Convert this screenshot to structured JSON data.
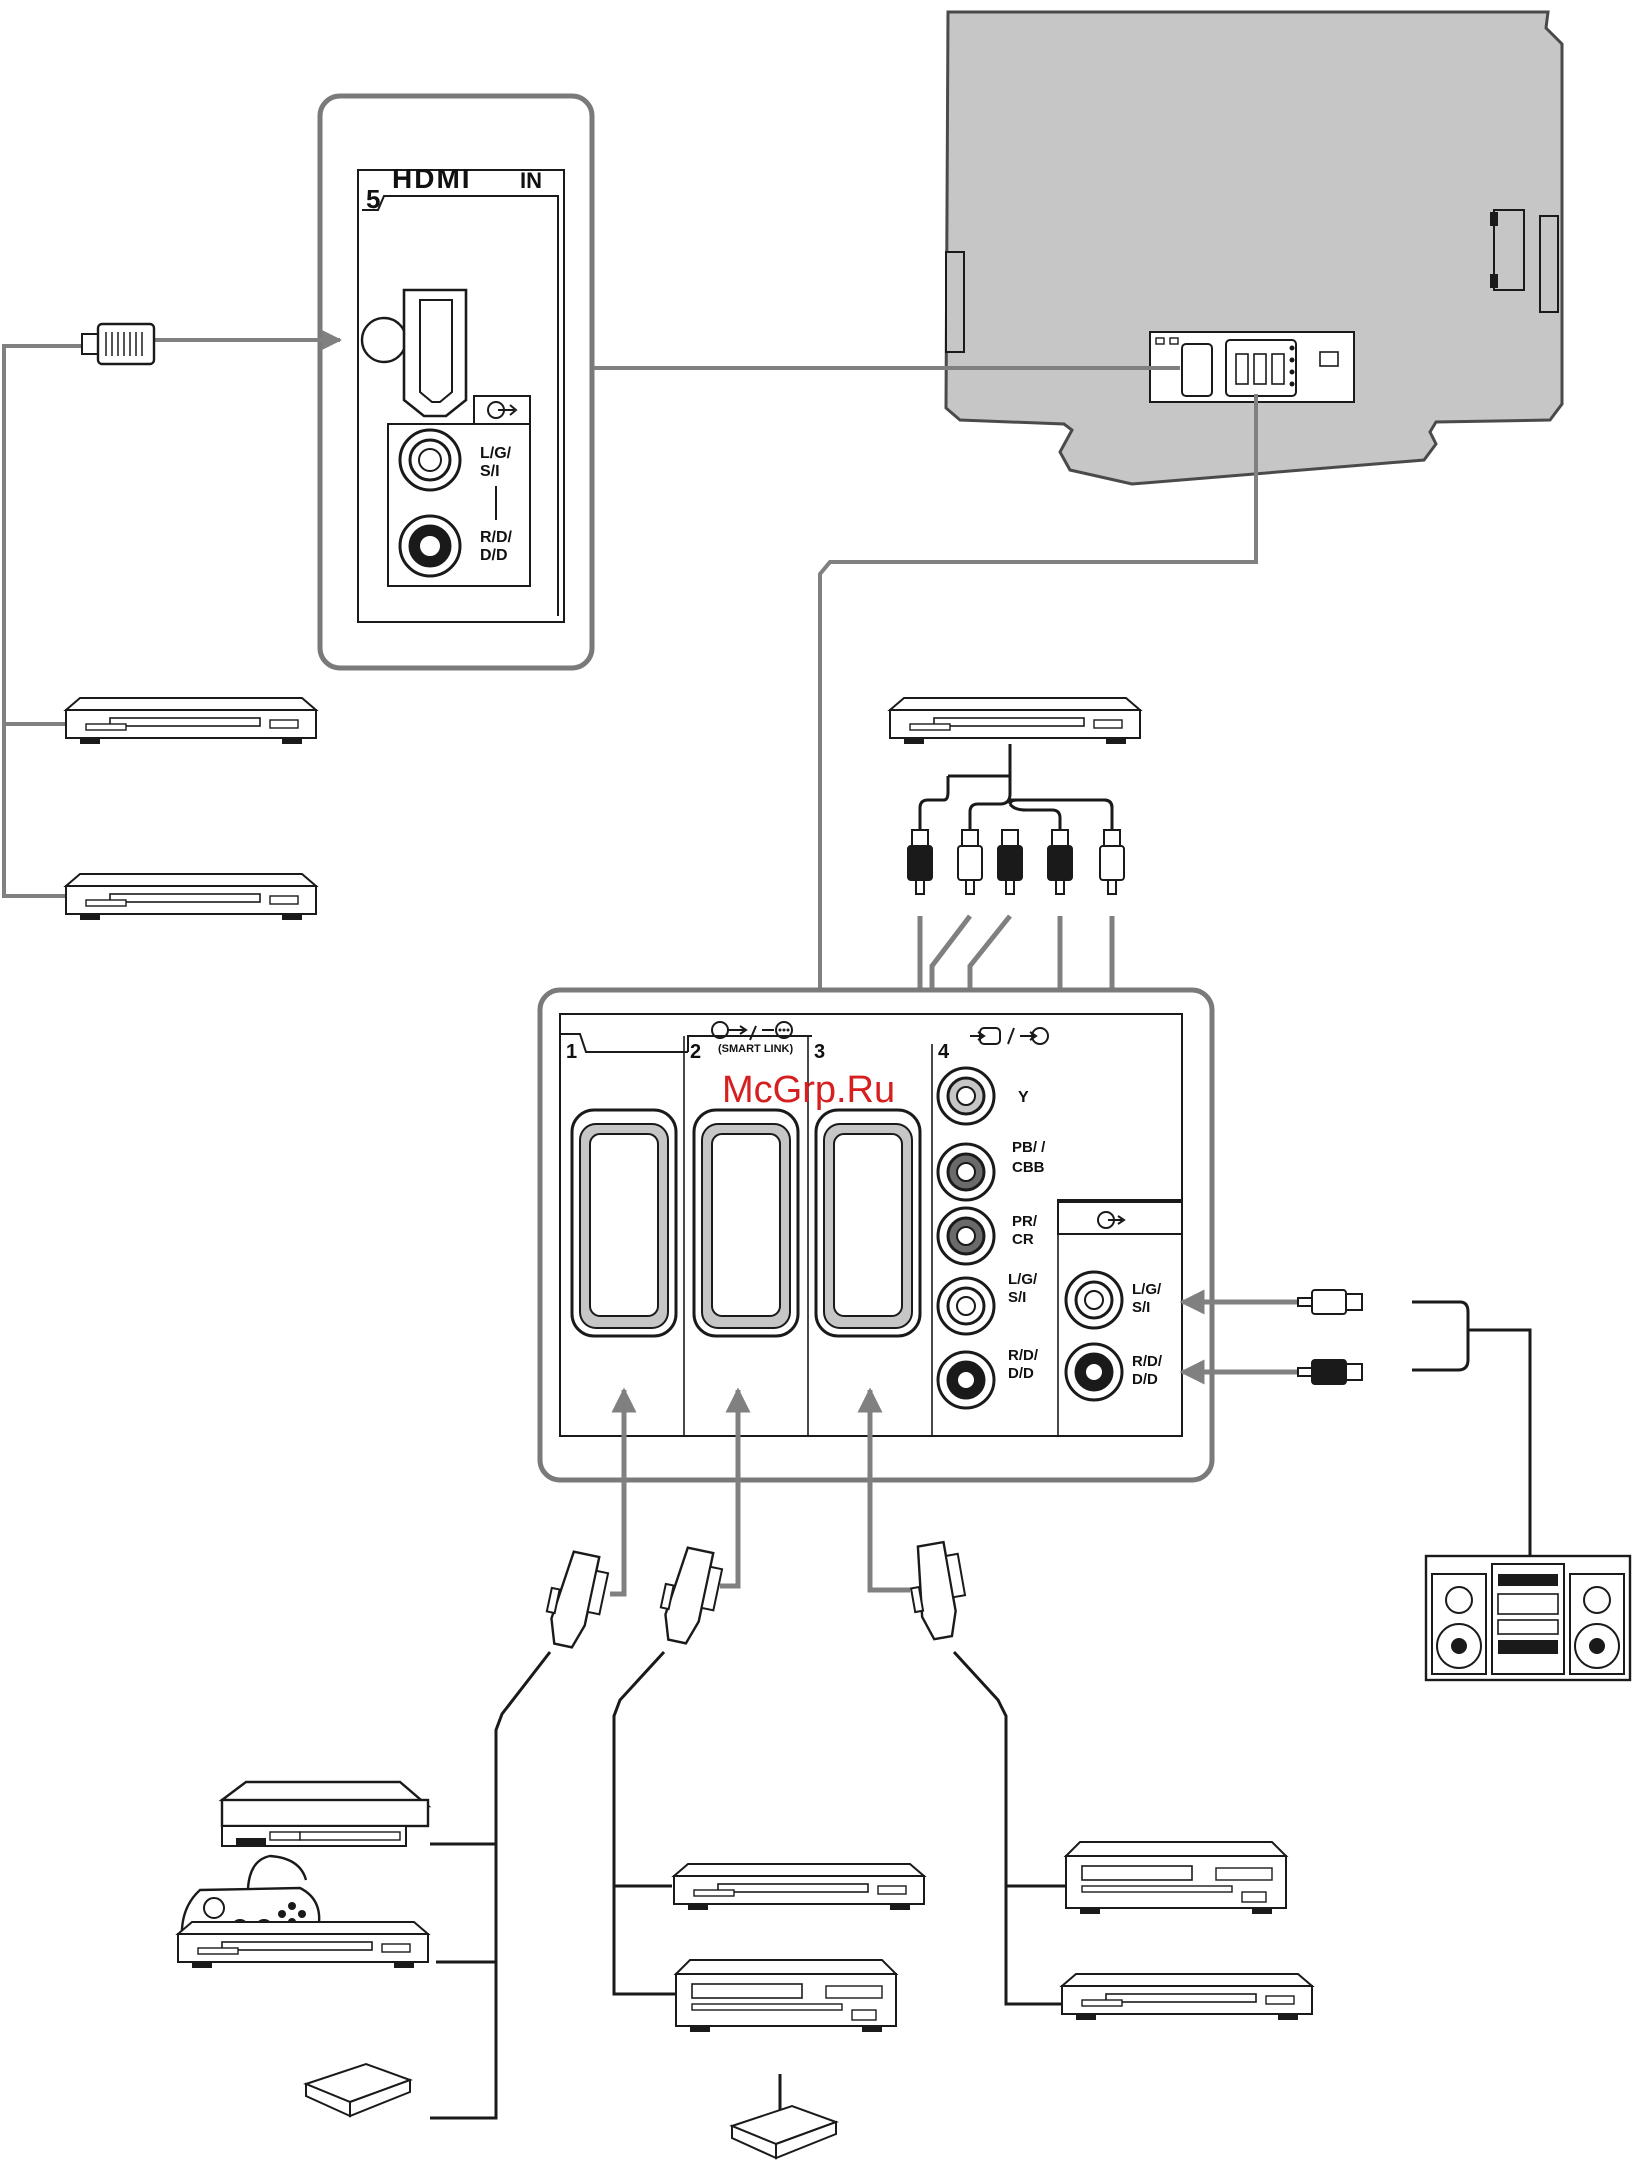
{
  "colors": {
    "tv_body": "#c6c6c6",
    "panel_stroke": "#7a7a7a",
    "cable": "#808080",
    "line": "#1a1a1a",
    "watermark": "#d62020"
  },
  "hdmi_panel": {
    "logo": "HDMI",
    "in_label": "IN",
    "port_number": "5",
    "audio_out_icon": "audio-out-icon",
    "audio_left_label": "L/G/\nS/I",
    "audio_right_label": "R/D/\nD/D"
  },
  "rear_panel": {
    "scart_header_icon": "scart-io-icon",
    "smart_link_label": "(SMART LINK)",
    "ports": [
      "1",
      "2",
      "3",
      "4"
    ],
    "component_header_icon": "component-in-icon",
    "component_labels": [
      "Y",
      "PB/\nCBB",
      "PR/\nCR",
      "L/G/\nS/I",
      "R/D/\nD/D"
    ],
    "audio_out_icon": "audio-out-icon",
    "audio_out_labels": [
      "L/G/\nS/I",
      "R/D/\nD/D"
    ]
  },
  "watermark": "McGrp.Ru",
  "devices": [
    "dvd-player-hdmi-1-icon",
    "dvd-player-hdmi-2-icon",
    "dvd-player-component-icon",
    "hifi-system-icon",
    "game-console-icon",
    "gamepad-icon",
    "dvd-player-scart1-icon",
    "decoder-scart1-icon",
    "dvd-player-scart2-icon",
    "vcr-scart2-icon",
    "decoder-scart2-icon",
    "vcr-scart3-icon",
    "dvd-player-scart3-icon"
  ]
}
